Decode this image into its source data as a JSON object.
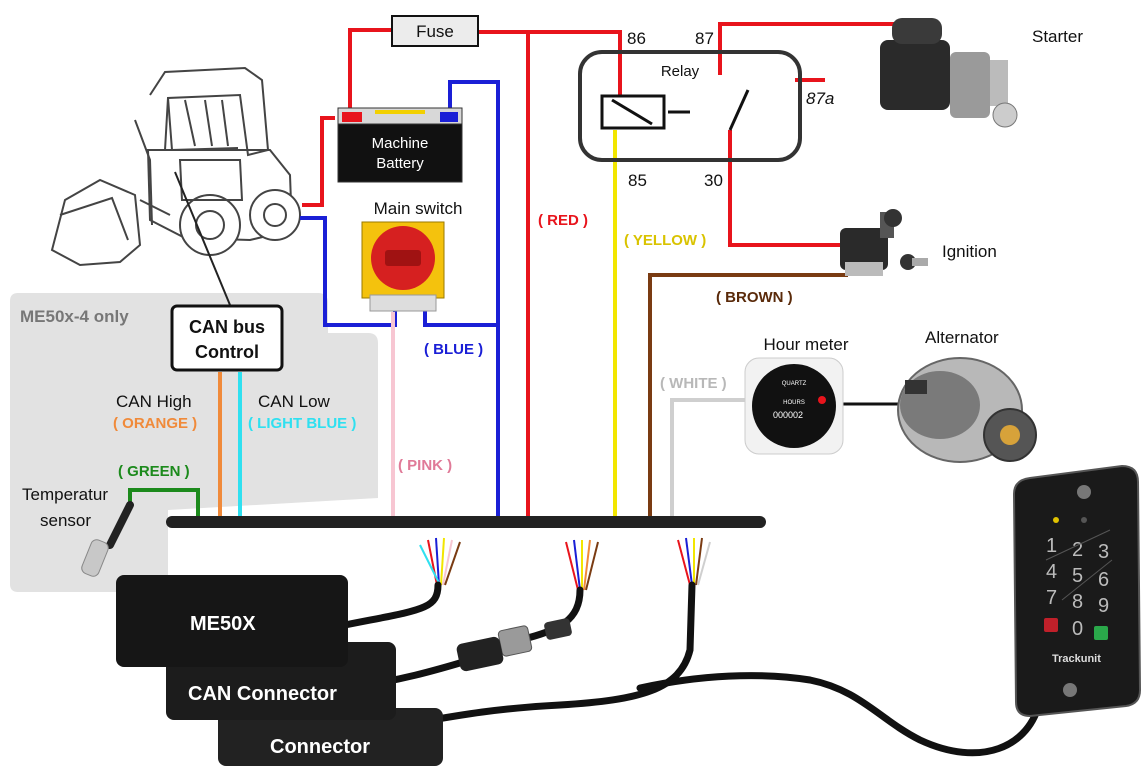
{
  "labels": {
    "fuse": "Fuse",
    "relay": "Relay",
    "pin_86": "86",
    "pin_87": "87",
    "pin_87a": "87a",
    "pin_85": "85",
    "pin_30": "30",
    "starter": "Starter",
    "battery_line1": "Machine",
    "battery_line2": "Battery",
    "main_switch": "Main switch",
    "ignition": "Ignition",
    "hour_meter": "Hour meter",
    "alternator": "Alternator",
    "me50x4_only": "ME50x-4 only",
    "canbus_line1": "CAN bus",
    "canbus_line2": "Control",
    "can_high": "CAN High",
    "can_low": "CAN Low",
    "temp_line1": "Temperatur",
    "temp_line2": "sensor",
    "hour_meter_face_top": "QUARTZ",
    "hour_meter_face_mid": "HOURS",
    "hour_meter_digits": "000002",
    "keypad_brand": "Trackunit"
  },
  "wires": {
    "red": "( RED )",
    "yellow": "( YELLOW )",
    "brown": "( BROWN )",
    "blue": "( BLUE )",
    "white": "( WHITE )",
    "pink": "( PINK )",
    "green": "( GREEN )",
    "orange": "( ORANGE )",
    "light_blue": "( LIGHT BLUE )"
  },
  "units": {
    "me50x": "ME50X",
    "can_connector": "CAN Connector",
    "connector": "Connector"
  },
  "keypad_keys": [
    "1",
    "2",
    "3",
    "4",
    "5",
    "6",
    "7",
    "8",
    "9",
    "0"
  ],
  "colors": {
    "red": "#e8141c",
    "yellow": "#f2e600",
    "brown": "#7a3b12",
    "blue": "#1a1fd6",
    "white": "#cfcfcf",
    "pink": "#f7c6d2",
    "green": "#1c8a1c",
    "orange": "#f08a3a",
    "light_blue": "#2fe0f0",
    "bus": "#222222",
    "panel": "#e2e2e2"
  }
}
